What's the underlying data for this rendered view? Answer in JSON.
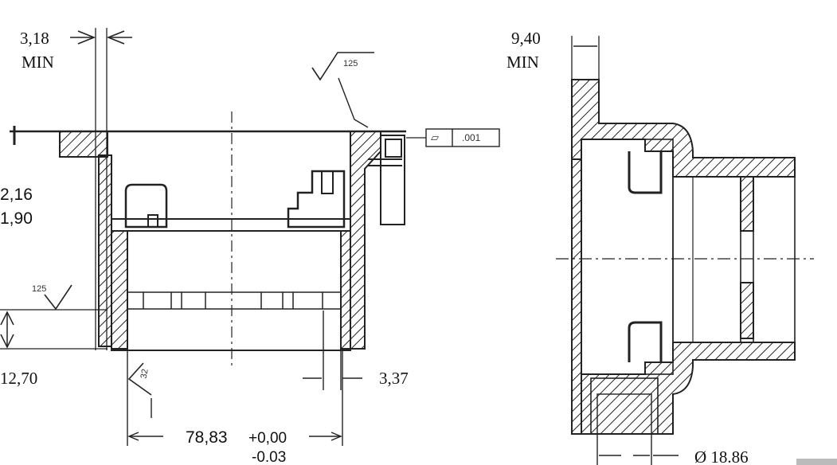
{
  "dimensions": {
    "gap_min_value": "3,18",
    "gap_min_note": "MIN",
    "flange_min_value": "9,40",
    "flange_min_note": "MIN",
    "upper": "2,16",
    "lower": "1,90",
    "height": "12,70",
    "wall": "3,37",
    "length_value": "78,83",
    "tol_plus": "+0,00",
    "tol_minus": "-0.03",
    "diameter": "Ø 18.86"
  },
  "surface_finish": {
    "top": "125",
    "left": "125",
    "bottom": "32"
  },
  "feature_control_frame": {
    "symbol": "⏥",
    "value": ".001"
  }
}
